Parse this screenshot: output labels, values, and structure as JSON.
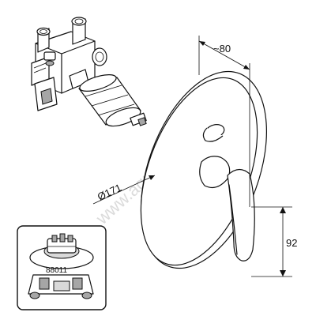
{
  "dimensions": {
    "depth": "~80",
    "diameter": "Ø171",
    "handle_height": "92"
  },
  "inset": {
    "part_number": "88011"
  },
  "watermark": {
    "text": "www.aquamir.ru"
  },
  "colors": {
    "line": "#111111",
    "shade_light": "#d9d9d9",
    "shade_dark": "#a6a6a6",
    "watermark": "#9a9a9a"
  }
}
